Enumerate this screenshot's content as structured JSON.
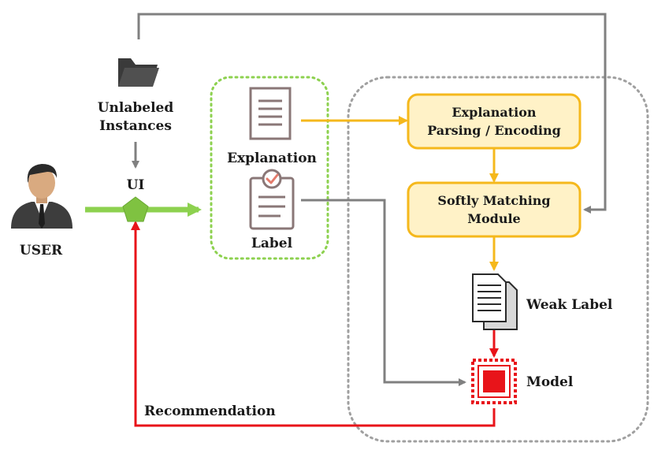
{
  "labels": {
    "user": "USER",
    "unlabeled_line1": "Unlabeled",
    "unlabeled_line2": "Instances",
    "ui": "UI",
    "explanation": "Explanation",
    "label": "Label",
    "parsing_line1": "Explanation",
    "parsing_line2": "Parsing / Encoding",
    "matching_line1": "Softly Matching",
    "matching_line2": "Module",
    "weak_label": "Weak Label",
    "model": "Model",
    "recommendation": "Recommendation"
  },
  "colors": {
    "gray_arrow": "#808080",
    "yellow_arrow": "#f5b81c",
    "green_arrow": "#8dd14f",
    "red_arrow": "#e8141a",
    "box_fill": "#fff2c7",
    "box_stroke": "#f5b81c",
    "green_dotted": "#8dd14f",
    "gray_dotted": "#a0a0a0",
    "model_red": "#e8141a"
  },
  "icons": {
    "user": "user-avatar-icon",
    "folder": "folder-icon",
    "explanation": "document-icon",
    "label": "clipboard-check-icon",
    "weak_label": "documents-stack-icon",
    "model": "stamp-model-icon",
    "ui": "pentagon-ui-icon"
  }
}
